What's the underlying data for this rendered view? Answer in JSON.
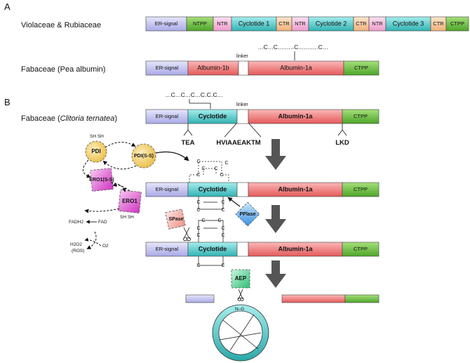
{
  "panels": {
    "a": "A",
    "b": "B"
  },
  "rows": {
    "violaceae": {
      "label": "Violaceae & Rubiaceae",
      "segments": [
        "ER-signal",
        "NTPP",
        "NTR",
        "Cyclotide 1",
        "CTR",
        "NTR",
        "Cyclotide 2",
        "CTR",
        "NTR",
        "Cyclotide 3",
        "CTR",
        "CTPP"
      ]
    },
    "pea": {
      "label": "Fabaceae (Pea albumin)",
      "segments": [
        "ER-signal",
        "Albumin-1b",
        "Albumin-1a",
        "CTPP"
      ],
      "linker": "linker",
      "cys_pattern": "...C...C.........C...........C..."
    },
    "clitoria": {
      "label_prefix": "Fabaceae (",
      "label_italic": "Clitoria ternatea",
      "label_suffix": ")",
      "segments": [
        "ER-signal",
        "Cyclotide",
        "Albumin-1a",
        "CTPP"
      ],
      "linker": "linker",
      "cys_pattern": "...C...C...C...C.C.C...",
      "motifs": [
        "TEA",
        "HVIAAEAKTM",
        "LKD"
      ]
    },
    "steps": {
      "step1": [
        "ER-signal",
        "Cyclotide",
        "Albumin-1a",
        "CTPP"
      ],
      "step2": [
        "ER-signal",
        "Cyclotide",
        "Albumin-1a",
        "CTPP"
      ]
    }
  },
  "enzymes": {
    "pdi": "PDI",
    "pdi_ss": "PDI(S-S)",
    "ero1_ss": "ERO1(S-S)",
    "ero1": "ERO1",
    "pdi_sh": "SH SH",
    "ero1_sh": "SH SH",
    "fadh2": "FADH2",
    "fad": "FAD",
    "h2o2": "H2O2",
    "ros": "(ROS)",
    "o2": "O2",
    "spase": "SPase",
    "pplase": "PPlase",
    "aep": "AEP"
  },
  "cyclic_peptide": {
    "junction": "N–G"
  },
  "cys_node": "C",
  "colors": {
    "er_signal": "#c9c9f2",
    "ntpp": "#6cbf3c",
    "ntr": "#f4b8dd",
    "cyclotide": "#5fcfcf",
    "ctr": "#f6cfa8",
    "ctpp": "#6cbf3c",
    "albumin": "#f27f7f",
    "pdi": "#f4d070",
    "ero1": "#e050d0",
    "spase": "#f2a8a0",
    "pplase": "#58a8e8",
    "aep": "#4fcf8f",
    "arrow": "#555555"
  }
}
